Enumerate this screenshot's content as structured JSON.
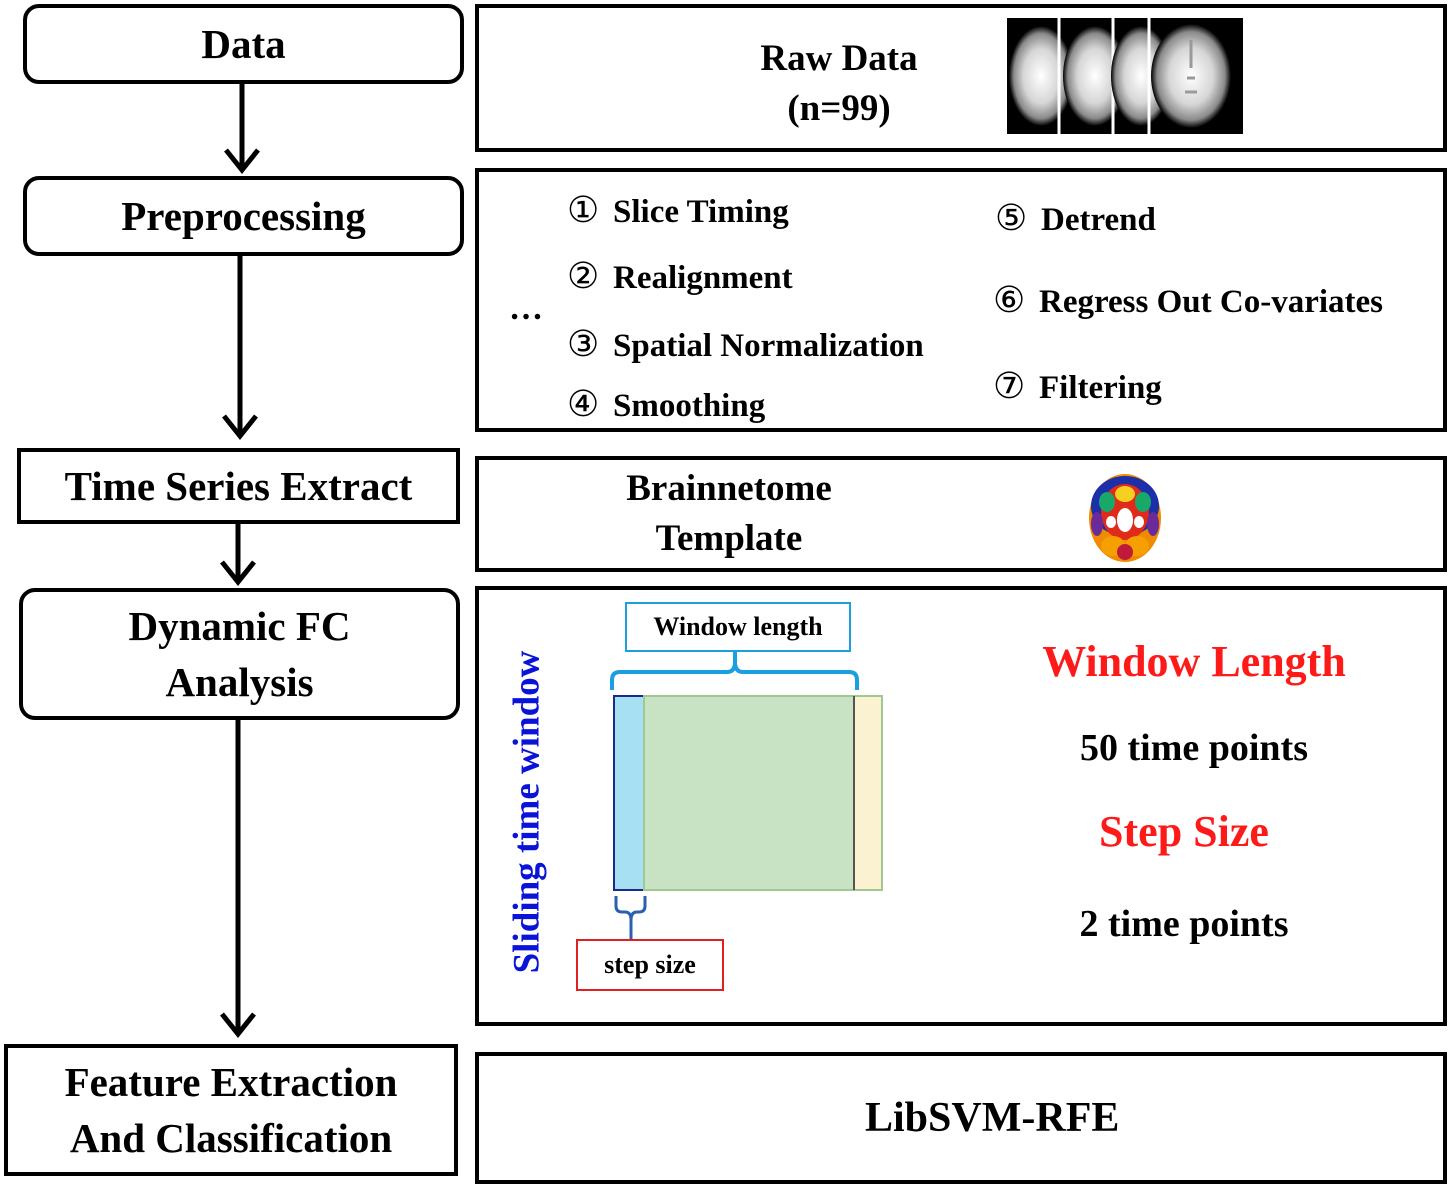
{
  "steps": [
    {
      "label": "Data"
    },
    {
      "label": "Preprocessing"
    },
    {
      "label": "Time Series Extract"
    },
    {
      "label_line1": "Dynamic FC",
      "label_line2": "Analysis"
    },
    {
      "label_line1": "Feature Extraction",
      "label_line2": "And  Classification"
    }
  ],
  "raw_data": {
    "line1": "Raw Data",
    "line2": "(n=99)"
  },
  "preprocessing": {
    "ellipsis": "…",
    "items": [
      {
        "num": "①",
        "label": "Slice Timing"
      },
      {
        "num": "②",
        "label": "Realignment"
      },
      {
        "num": "③",
        "label": "Spatial Normalization"
      },
      {
        "num": "④",
        "label": "Smoothing"
      },
      {
        "num": "⑤",
        "label": "Detrend"
      },
      {
        "num": "⑥",
        "label": "Regress Out Co-variates"
      },
      {
        "num": "⑦",
        "label": "Filtering"
      }
    ]
  },
  "template": {
    "line1": "Brainnetome",
    "line2": "Template"
  },
  "dfc": {
    "vertical_label": "Sliding time window",
    "window_length_box": "Window length",
    "step_size_box": "step size",
    "window_length_title": "Window Length",
    "window_length_value": "50 time points",
    "step_size_title": "Step Size",
    "step_size_value": "2 time points",
    "colors": {
      "title": "#ff1a1a",
      "vertical_label": "#0a14d8",
      "bracket": "#1aa0e0"
    }
  },
  "classifier": {
    "label": "LibSVM-RFE"
  }
}
